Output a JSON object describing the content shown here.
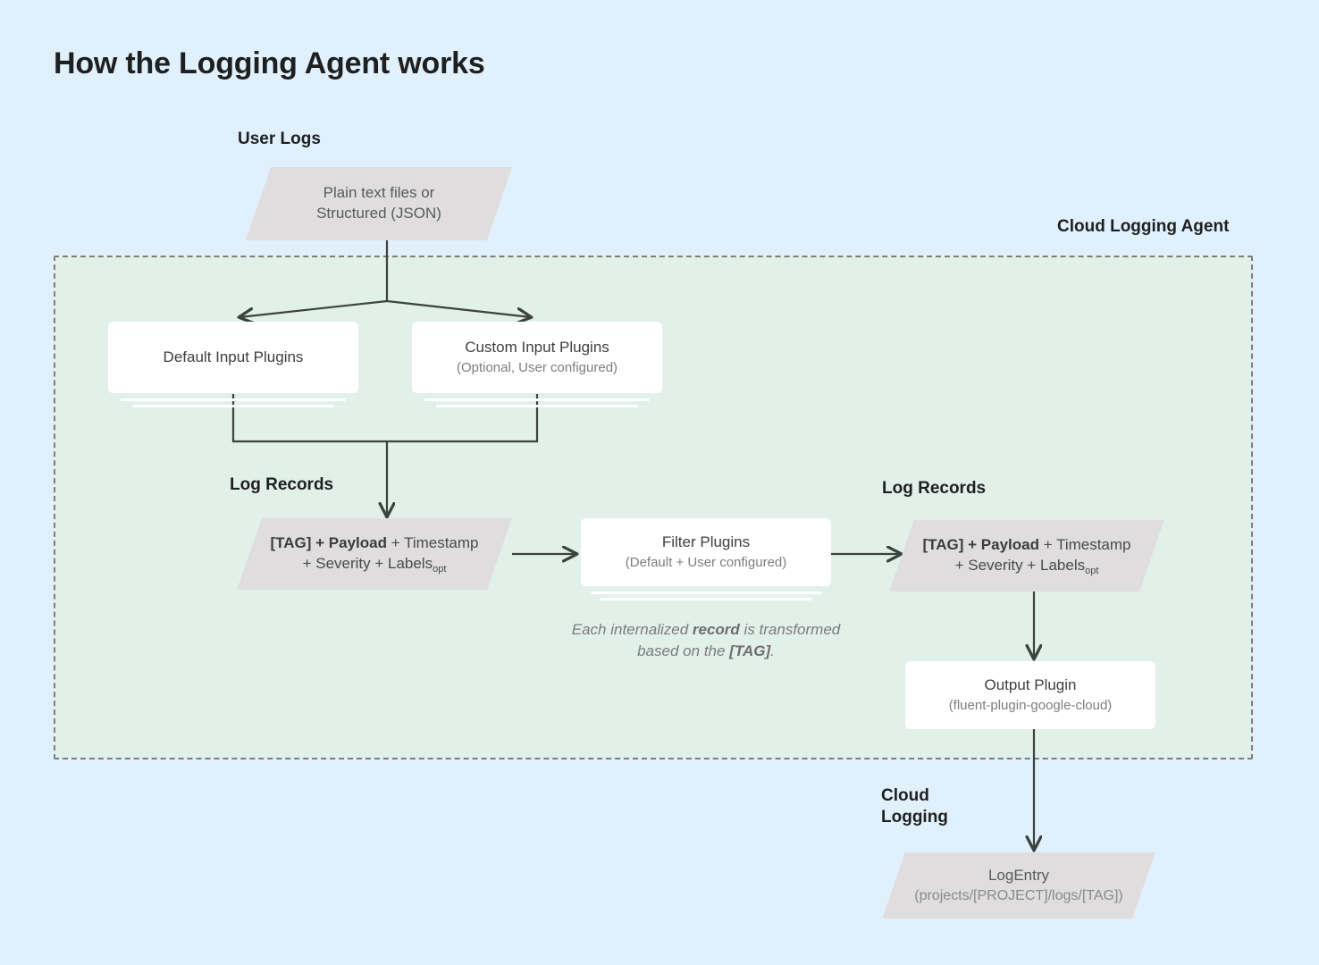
{
  "page": {
    "title": "How the Logging Agent works",
    "background_color": "#e0f1fd"
  },
  "labels": {
    "user_logs": "User Logs",
    "cloud_logging_agent": "Cloud Logging Agent",
    "log_records_left": "Log Records",
    "log_records_right": "Log Records",
    "cloud_logging": "Cloud\nLogging"
  },
  "nodes": {
    "user_logs_source": {
      "shape": "parallelogram",
      "line1": "Plain text files or",
      "line2": "Structured (JSON)",
      "fill": "#dfdddd"
    },
    "default_input_plugins": {
      "shape": "card-stack",
      "title": "Default Input Plugins",
      "subtitle": ""
    },
    "custom_input_plugins": {
      "shape": "card-stack",
      "title": "Custom Input Plugins",
      "subtitle": "(Optional, User configured)"
    },
    "log_record_left": {
      "shape": "parallelogram",
      "tag": "[TAG] + ",
      "payload": "Payload",
      "rest1": " + Timestamp",
      "rest2": "+ Severity + Labels",
      "subscript": "opt"
    },
    "filter_plugins": {
      "shape": "card-stack",
      "title": "Filter Plugins",
      "subtitle": "(Default + User configured)"
    },
    "transform_note": {
      "part1": "Each internalized ",
      "bold1": "record",
      "part2": " is transformed based on the ",
      "bold2": "[TAG]",
      "part3": "."
    },
    "log_record_right": {
      "shape": "parallelogram",
      "tag": "[TAG] + ",
      "payload": "Payload",
      "rest1": " + Timestamp",
      "rest2": "+ Severity + Labels",
      "subscript": "opt"
    },
    "output_plugin": {
      "shape": "card",
      "title": "Output Plugin",
      "subtitle": "(fluent-plugin-google-cloud)"
    },
    "log_entry": {
      "shape": "parallelogram",
      "title": "LogEntry",
      "subtitle": "(projects/[PROJECT]/logs/[TAG])"
    }
  },
  "colors": {
    "canvas_background": "#e0f1fd",
    "agent_panel_fill": "#e2f0ea",
    "agent_panel_border": "#7d7d7d",
    "parallelogram_fill": "#dfdddd",
    "card_fill": "#ffffff",
    "connector": "#3c423e",
    "title_text": "#1f1f1f",
    "body_text": "#4a4a4a",
    "muted_text": "#7d7d7d"
  }
}
